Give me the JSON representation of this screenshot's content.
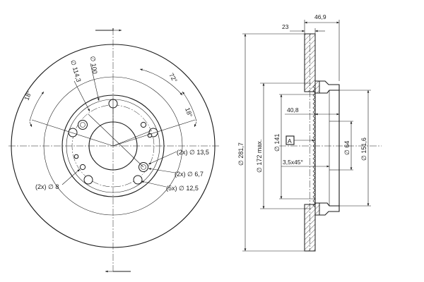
{
  "front_view": {
    "labels": {
      "d114_3": "∅ 114,3",
      "d100": "∅ 100",
      "a72": "72°",
      "a18_left": "18°",
      "a18_right": "18°",
      "holes_13_5": "(2x) ∅ 13,5",
      "holes_6_7": "(2x) ∅ 6,7",
      "holes_12_5": "(5x) ∅ 12,5",
      "holes_8": "(2x) ∅ 8"
    }
  },
  "side_view": {
    "labels": {
      "w23": "23",
      "w46_9": "46,9",
      "d281_7": "∅ 281,7",
      "d172max": "∅ 172 max.",
      "d141": "∅ 141",
      "d151_6": "∅ 151,6",
      "d64": "∅ 64",
      "h40_8": "40,8",
      "chamfer": "3,5x45°",
      "datum_a": "A"
    }
  }
}
